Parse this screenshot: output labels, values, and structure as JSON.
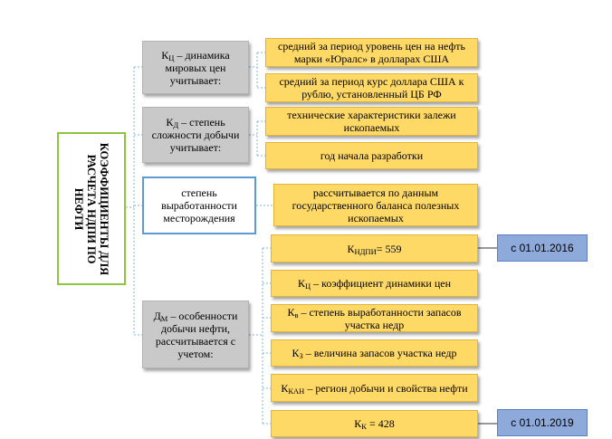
{
  "main": {
    "line1": "КОЭФФИЦИЕНТЫ ДЛЯ",
    "line2": "РАСЧЕТА НДПИ ПО",
    "line3": "НЕФТИ"
  },
  "categories": [
    {
      "sym": "К",
      "sub": "Ц",
      "text": " – динамика мировых цен учитывает:"
    },
    {
      "sym": "К",
      "sub": "Д",
      "text": " – степень сложности добычи учитывает:"
    },
    {
      "text": "степень выработанности месторождения"
    },
    {
      "sym": "Д",
      "sub": "М",
      "text": " – особенности добычи нефти, рассчитывается с учетом:"
    }
  ],
  "details": [
    {
      "text": "средний за период уровень цен на нефть марки «Юралс» в долларах США"
    },
    {
      "text": "средний за период курс доллара США к рублю, установленный ЦБ РФ"
    },
    {
      "text": "технические характеристики залежи ископаемых"
    },
    {
      "text": "год начала разработки"
    },
    {
      "text": "рассчитывается по данным государственного баланса полезных ископаемых"
    },
    {
      "sym": "К",
      "sub": "НДПИ",
      "text": "= 559"
    },
    {
      "sym": "К",
      "sub": "Ц",
      "text": " – коэффициент динамики цен"
    },
    {
      "sym": "К",
      "sub": "в",
      "text": " – степень выработанности запасов участка недр"
    },
    {
      "sym": "К",
      "sub": "З",
      "text": " – величина запасов участка недр"
    },
    {
      "sym": "К",
      "sub": "КАН",
      "text": " – регион добычи и свойства нефти"
    },
    {
      "sym": "К",
      "sub": "К",
      "text": " = 428"
    }
  ],
  "dates": [
    "с 01.01.2016",
    "с 01.01.2019"
  ]
}
